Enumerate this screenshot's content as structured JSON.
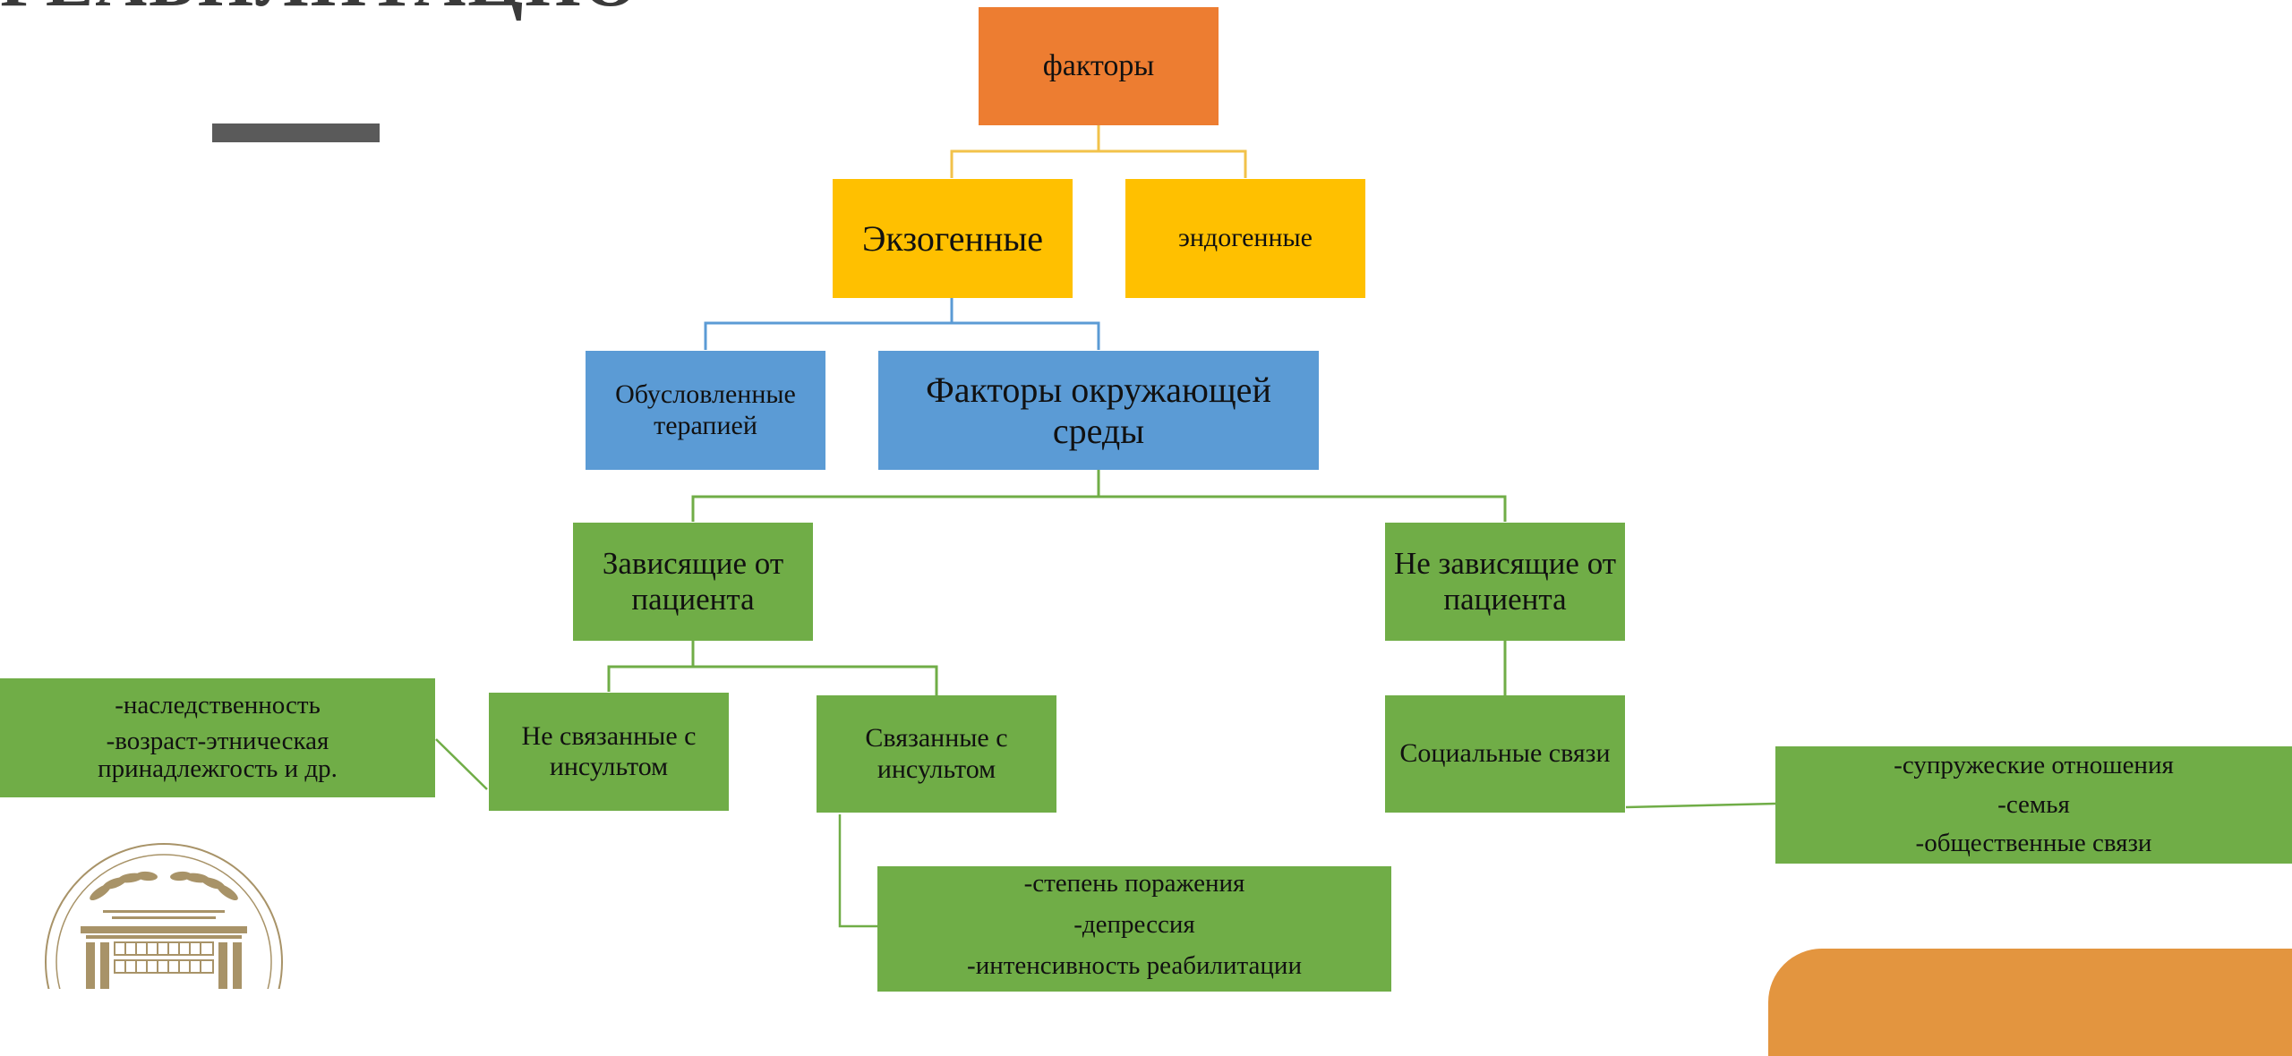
{
  "slide": {
    "title": "РЕАБИЛИТАЦИО"
  },
  "diagram": {
    "root": "факторы",
    "level2": {
      "exogenous": "Экзогенные",
      "endogenous": "эндогенные"
    },
    "level3": {
      "therapy": "Обусловленные терапией",
      "environment": "Факторы окружающей среды"
    },
    "level4": {
      "patient_dependent": "Зависящие от пациента",
      "patient_independent": "Не зависящие от пациента"
    },
    "level5": {
      "not_stroke": "Не связанные с инсультом",
      "stroke": "Связанные с инсультом",
      "social": "Социальные связи"
    },
    "lists": {
      "not_stroke": [
        "-наследственность",
        "-возраст-этническая принадлежгость и др."
      ],
      "stroke": [
        "-степень поражения",
        "-депрессия",
        "-интенсивность реабилитации"
      ],
      "social": [
        "-супружеские отношения",
        "-семья",
        "-общественные связи"
      ]
    }
  },
  "colors": {
    "root": "#ed7d31",
    "level2": "#ffc000",
    "level3": "#5b9bd5",
    "lower": "#70ad47",
    "title_bar": "#5a5a5a",
    "corner_shape": "#e3953f",
    "logo": "#a89368"
  },
  "logo": {
    "icon": "institute-emblem-icon"
  }
}
